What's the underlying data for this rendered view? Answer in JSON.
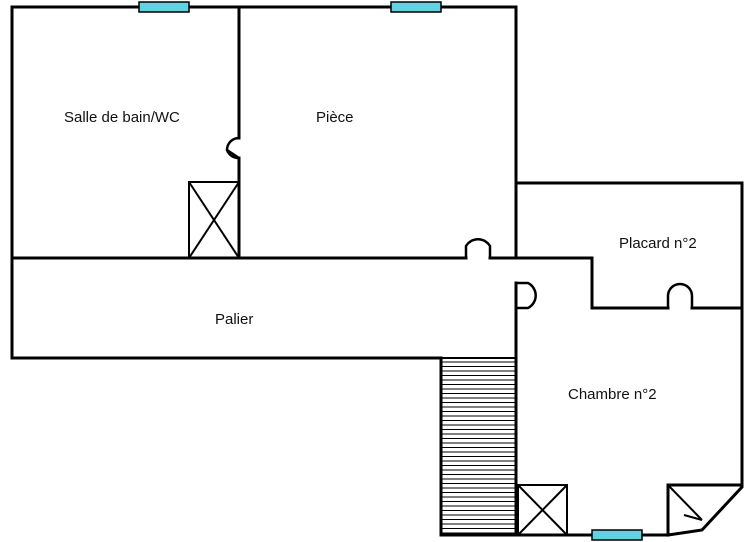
{
  "rooms": {
    "salle_de_bain": "Salle de bain/WC",
    "piece": "Pièce",
    "placard2": "Placard n°2",
    "palier": "Palier",
    "chambre2": "Chambre n°2"
  },
  "colors": {
    "wall": "#000000",
    "window": "#5fd3df",
    "background": "#ffffff"
  }
}
